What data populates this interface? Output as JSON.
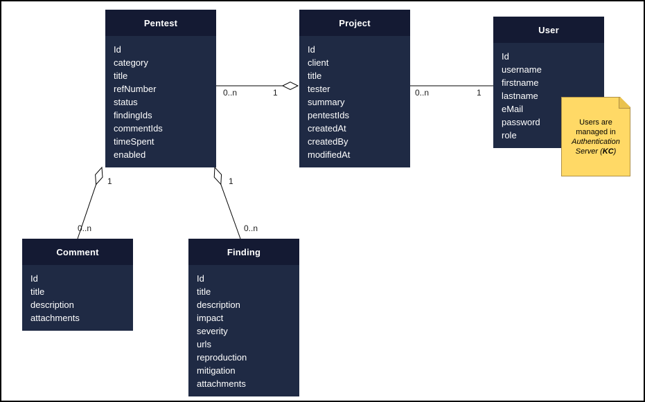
{
  "diagram": {
    "entities": [
      {
        "name": "Pentest",
        "fields": [
          "Id",
          "category",
          "title",
          "refNumber",
          "status",
          "findingIds",
          "commentIds",
          "timeSpent",
          "enabled"
        ]
      },
      {
        "name": "Project",
        "fields": [
          "Id",
          "client",
          "title",
          "tester",
          "summary",
          "pentestIds",
          "createdAt",
          "createdBy",
          "modifiedAt"
        ]
      },
      {
        "name": "User",
        "fields": [
          "Id",
          "username",
          "firstname",
          "lastname",
          "eMail",
          "password",
          "role"
        ]
      },
      {
        "name": "Comment",
        "fields": [
          "Id",
          "title",
          "description",
          "attachments"
        ]
      },
      {
        "name": "Finding",
        "fields": [
          "Id",
          "title",
          "description",
          "impact",
          "severity",
          "urls",
          "reproduction",
          "mitigation",
          "attachments"
        ]
      }
    ],
    "relations": [
      {
        "from": "Pentest",
        "to": "Project",
        "from_label": "0..n",
        "to_label": "1"
      },
      {
        "from": "Project",
        "to": "User",
        "from_label": "0..n",
        "to_label": "1"
      },
      {
        "from": "Pentest",
        "to": "Comment",
        "from_label": "1",
        "to_label": "0..n"
      },
      {
        "from": "Pentest",
        "to": "Finding",
        "from_label": "1",
        "to_label": "0..n"
      }
    ],
    "note": {
      "part_normal": "Users are managed in ",
      "part_italic": "Authentication Server (",
      "part_bold_italic": "KC",
      "part_close": ")"
    }
  },
  "colors": {
    "entity_header": "#141a33",
    "entity_body": "#1f2a44",
    "entity_text": "#ffffff",
    "line": "#000000",
    "note_bg": "#ffd966",
    "note_border": "#b09045",
    "note_fold": "#e9c24f",
    "canvas_border": "#000000"
  }
}
